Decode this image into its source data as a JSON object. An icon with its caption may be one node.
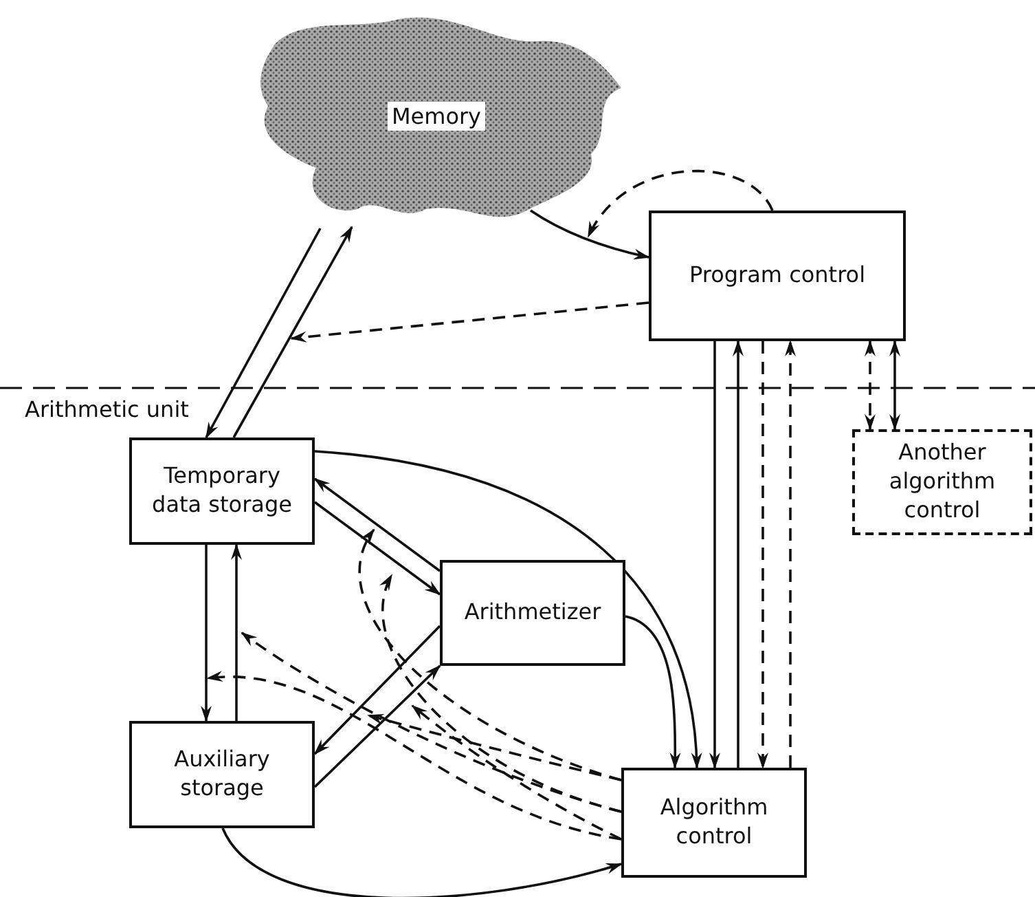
{
  "diagram": {
    "nodes": [
      {
        "text": [
          "Memory"
        ]
      },
      {
        "text": [
          "Program control"
        ]
      },
      {
        "text": [
          "Temporary data storage"
        ]
      },
      {
        "text": [
          "Arithmetizer"
        ]
      },
      {
        "text": [
          "Auxiliary storage"
        ]
      },
      {
        "text": [
          "Algorithm control"
        ]
      },
      {
        "text": [
          "Another algorithm control"
        ]
      }
    ],
    "edges": [
      {
        "from": 0,
        "to": 2,
        "arrow": "to"
      },
      {
        "from": 2,
        "to": 0,
        "arrow": "to"
      },
      {
        "from": 0,
        "to": 1,
        "arrow": "to"
      },
      {
        "from": 1,
        "to": null,
        "arrow": "to",
        "style": "dashed"
      },
      {
        "from": 1,
        "to": null,
        "arrow": "to",
        "style": "dashed"
      },
      {
        "from": 1,
        "to": 5,
        "arrow": "to"
      },
      {
        "from": 5,
        "to": 1,
        "arrow": "to"
      },
      {
        "from": 1,
        "to": 5,
        "arrow": "to",
        "style": "dashed"
      },
      {
        "from": 5,
        "to": 1,
        "arrow": "to",
        "style": "dashed"
      },
      {
        "from": 1,
        "to": 6,
        "arrow": "both",
        "style": "dashed"
      },
      {
        "from": 1,
        "to": 6,
        "arrow": "both"
      },
      {
        "from": 2,
        "to": 5,
        "arrow": "to"
      },
      {
        "from": 3,
        "to": 5,
        "arrow": "to"
      },
      {
        "from": 3,
        "to": 2,
        "arrow": "to"
      },
      {
        "from": 2,
        "to": 3,
        "arrow": "to"
      },
      {
        "from": 2,
        "to": 4,
        "arrow": "to"
      },
      {
        "from": 4,
        "to": 2,
        "arrow": "to"
      },
      {
        "from": 3,
        "to": 4,
        "arrow": "to"
      },
      {
        "from": 4,
        "to": 3,
        "arrow": "to"
      },
      {
        "from": 4,
        "to": 5,
        "arrow": "to"
      },
      {
        "from": 5,
        "to": null,
        "arrow": "to",
        "style": "dashed"
      },
      {
        "from": 5,
        "to": null,
        "arrow": "to",
        "style": "dashed"
      },
      {
        "from": 5,
        "to": null,
        "arrow": "to",
        "style": "dashed"
      },
      {
        "from": 5,
        "to": null,
        "arrow": "to",
        "style": "dashed"
      },
      {
        "from": 5,
        "to": null,
        "arrow": "to",
        "style": "dashed"
      },
      {
        "from": 5,
        "to": null,
        "arrow": "to",
        "style": "dashed"
      }
    ],
    "labels": [
      "Arithmetic unit"
    ]
  }
}
